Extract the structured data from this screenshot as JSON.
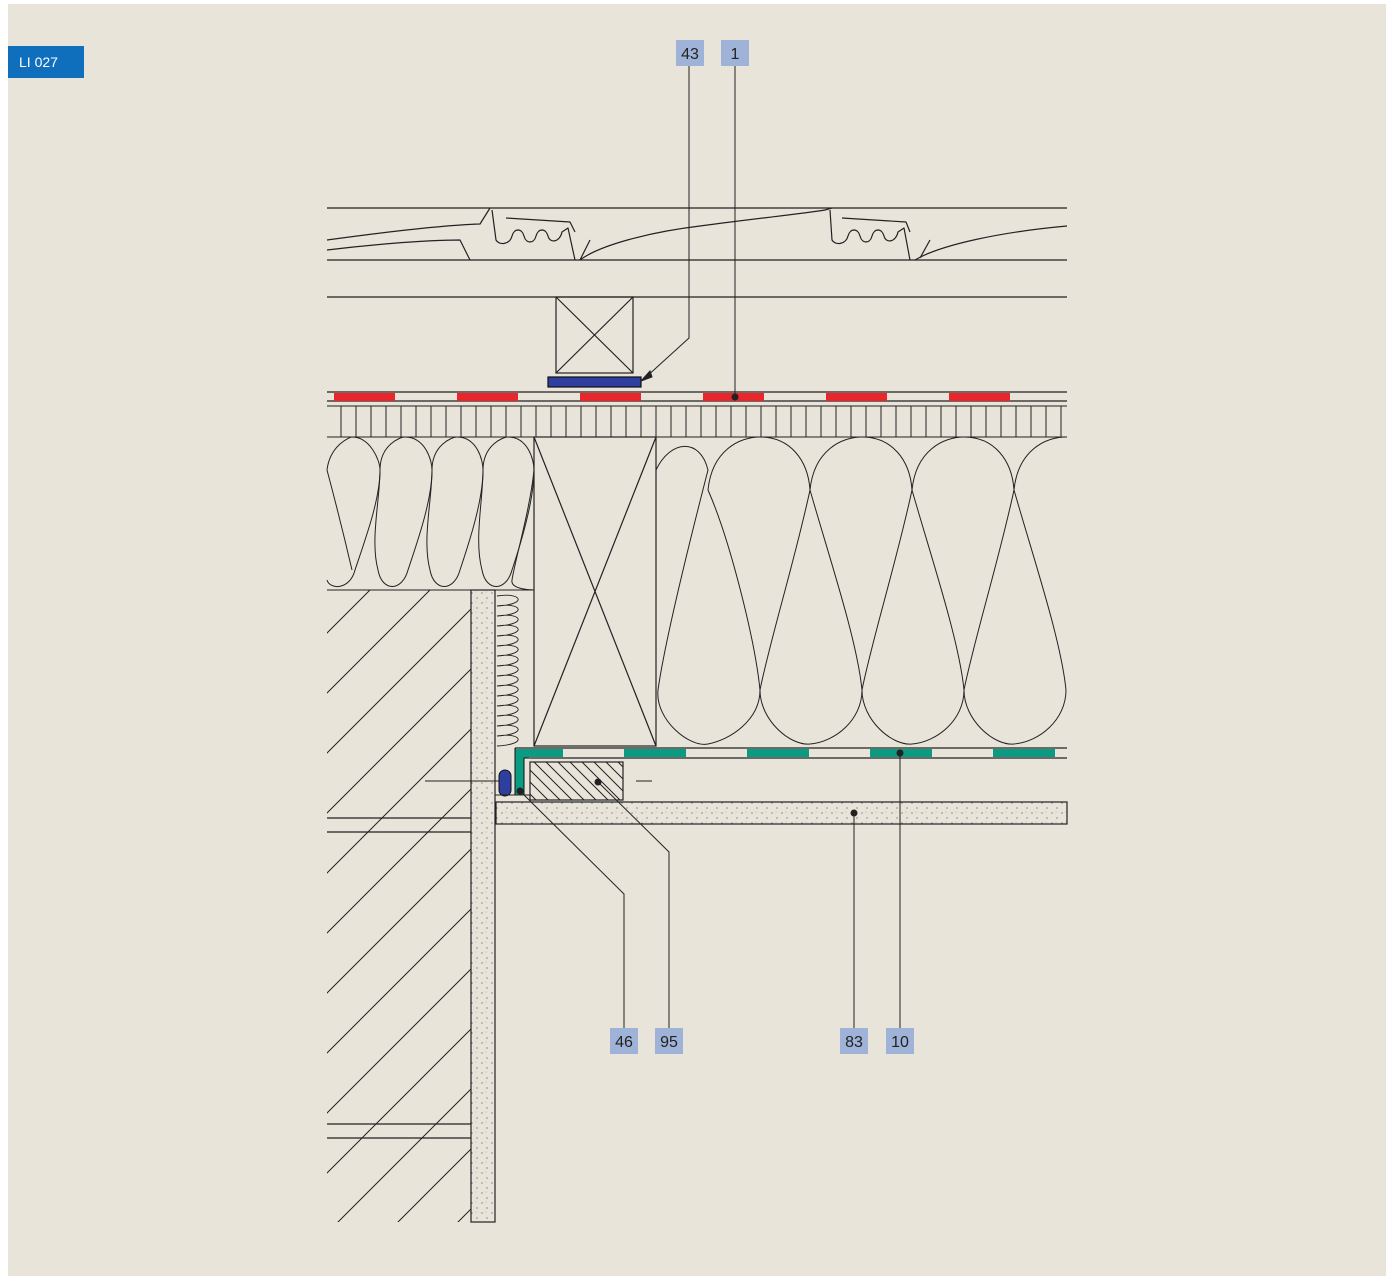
{
  "detail_code": "LI 027",
  "callouts": {
    "c43": "43",
    "c1": "1",
    "c46": "46",
    "c95": "95",
    "c83": "83",
    "c10": "10"
  },
  "colors": {
    "background": "#e8e4da",
    "badge": "#0f6fbd",
    "callout_box": "#9fb3d8",
    "membrane_red": "#e8262b",
    "membrane_green": "#0b9b83",
    "strip_blue": "#2e3fa0"
  }
}
